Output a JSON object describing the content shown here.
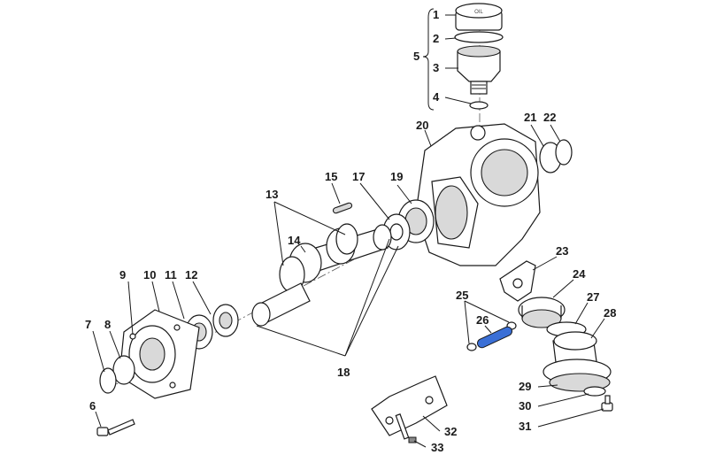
{
  "colors": {
    "line": "#1a1a1a",
    "highlight": "#3a6fd6",
    "background": "#ffffff"
  },
  "cap_stamp": "OIL",
  "callouts": {
    "c1": "1",
    "c2": "2",
    "c3": "3",
    "c4": "4",
    "c5": "5",
    "c6": "6",
    "c7": "7",
    "c8": "8",
    "c9": "9",
    "c10": "10",
    "c11": "11",
    "c12": "12",
    "c13": "13",
    "c14": "14",
    "c15": "15",
    "c17": "17",
    "c18": "18",
    "c19": "19",
    "c20": "20",
    "c21": "21",
    "c22": "22",
    "c23": "23",
    "c24": "24",
    "c25": "25",
    "c26": "26",
    "c27": "27",
    "c28": "28",
    "c29": "29",
    "c30": "30",
    "c31": "31",
    "c32": "32",
    "c33": "33"
  }
}
